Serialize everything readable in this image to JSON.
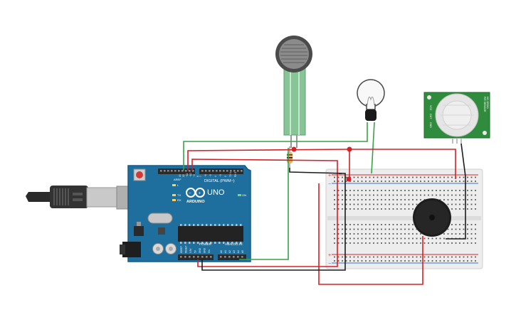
{
  "arduino": {
    "brand": "ARDUINO",
    "model": "UNO",
    "digital_label": "DIGITAL (PWM~)",
    "power_label": "POWER",
    "analog_label": "ANALOG IN",
    "on_label": "ON",
    "tx_label": "TX",
    "rx_label": "RX",
    "l_label": "L",
    "aref_label": "AREF",
    "digital_pins": [
      "13",
      "12",
      "~11",
      "~10",
      "~9",
      "8",
      "7",
      "~6",
      "~5",
      "4",
      "~3",
      "2",
      "TX 1",
      "RX 0"
    ],
    "power_pins": [
      "IOREF",
      "RESET",
      "3.3V",
      "5V",
      "GND",
      "GND",
      "Vin"
    ],
    "analog_pins": [
      "A0",
      "A1",
      "A2",
      "A3",
      "A4",
      "A5"
    ]
  },
  "pir": {
    "left_labels": [
      "VCC",
      "OUT",
      "GND"
    ],
    "right_labels": [
      "PIR SENSOR",
      "HC-SR501"
    ]
  },
  "colors": {
    "board": "#1f6f9e",
    "board_edge": "#165a82",
    "header": "#2a2a2a",
    "breadboard": "#ededed",
    "rail_red": "#d22c2c",
    "rail_blue": "#3b73c5",
    "wire_red": "#d42026",
    "wire_green": "#3aa147",
    "wire_black": "#1c1c1c",
    "pir_board": "#2f8c3c",
    "fsr_green": "#87c496"
  },
  "icons": [
    "usb-plug-icon",
    "bulb-icon",
    "buzzer-icon",
    "pir-dome-icon",
    "fsr-sensor-icon",
    "resistor-icon",
    "arduino-logo-icon"
  ]
}
